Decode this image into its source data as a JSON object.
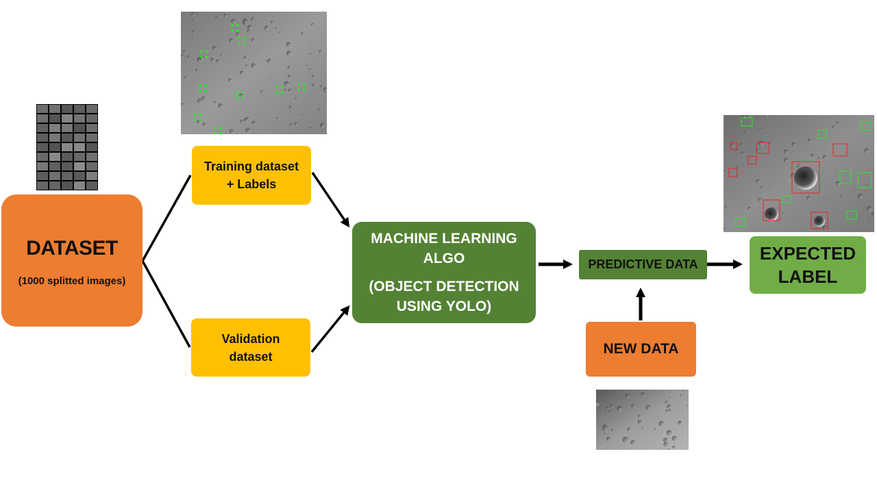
{
  "dataset": {
    "title": "DATASET",
    "subtitle": "(1000 splitted images)"
  },
  "training": {
    "line1": "Training dataset",
    "line2": "+ Labels"
  },
  "validation": {
    "line1": "Validation",
    "line2": "dataset"
  },
  "ml_algo": {
    "line1": "MACHINE LEARNING",
    "line2": "ALGO",
    "line3": "(OBJECT DETECTION",
    "line4": "USING YOLO)"
  },
  "predictive": {
    "label": "PREDICTIVE DATA"
  },
  "new_data": {
    "label": "NEW DATA"
  },
  "expected": {
    "line1": "EXPECTED",
    "line2": "LABEL"
  },
  "colors": {
    "orange": "#ED7D31",
    "yellow": "#FFC000",
    "dark_green": "#548235",
    "light_green": "#70AD47",
    "label_green": "#22ee22",
    "label_red": "#ee2222"
  }
}
